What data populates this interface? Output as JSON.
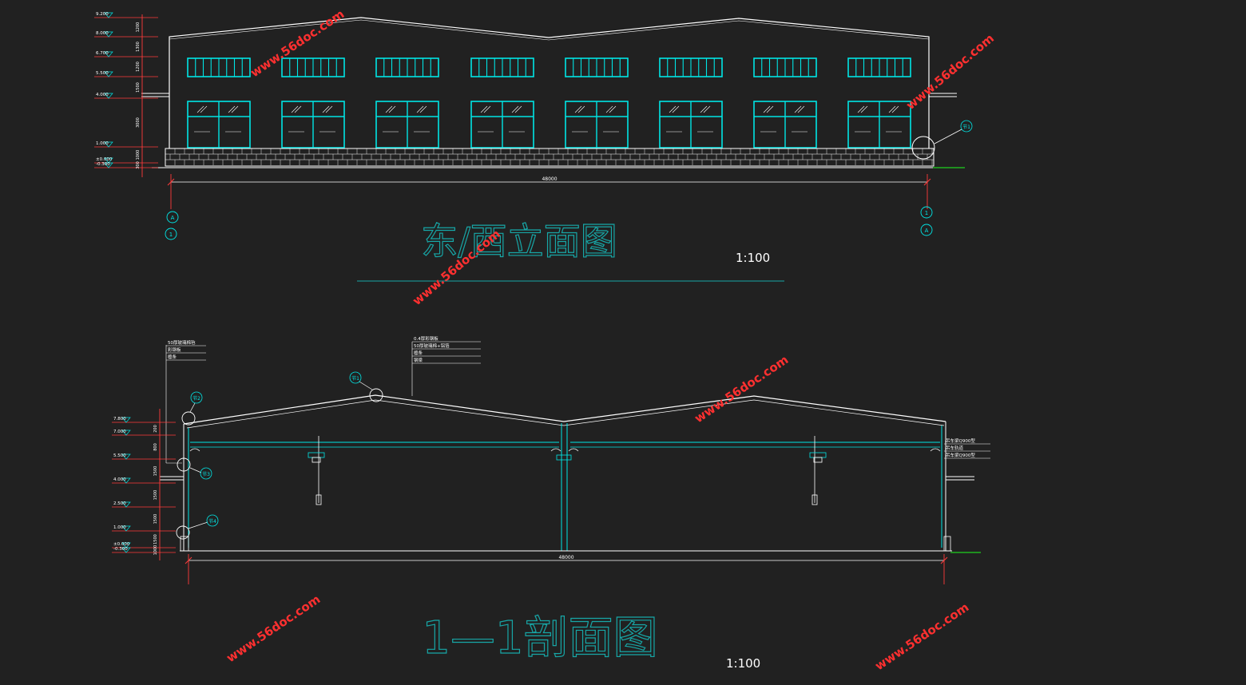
{
  "elevation": {
    "title": "东/西立面图",
    "scale": "1:100",
    "overall_dim": "48000",
    "grid_left": [
      "A",
      "1"
    ],
    "grid_right": [
      "1",
      "A"
    ],
    "levels": [
      "9.200",
      "8.000",
      "6.700",
      "5.500",
      "4.000",
      "1.000",
      "±0.000",
      "-0.300"
    ],
    "level_dims": [
      "1200",
      "1300",
      "1200",
      "1500",
      "3000",
      "1000",
      "300"
    ],
    "detail_tag": "节1"
  },
  "section": {
    "title": "1—1剖面图",
    "scale": "1:100",
    "overall_dim": "48000",
    "levels": [
      "7.800",
      "7.000",
      "5.500",
      "4.000",
      "2.500",
      "1.000",
      "±0.000",
      "-0.300"
    ],
    "level_dims": [
      "200",
      "800",
      "1500",
      "1500",
      "1500",
      "1500",
      "1000",
      "300"
    ],
    "notes_left": [
      "50厚玻璃棉毡",
      "彩钢板",
      "檩条"
    ],
    "notes_right": [
      "0.4厚彩钢板",
      "50厚玻璃棉+铝箔",
      "檩条",
      "钢梁"
    ],
    "notes_far_right": [
      "吊车梁Q900型",
      "吊车轨道",
      "吊车梁Q900型"
    ],
    "detail_tags": [
      "节1",
      "节2",
      "节3",
      "节4"
    ]
  },
  "watermark": "www.56doc.com",
  "colors": {
    "background": "#212121",
    "line": "#ffffff",
    "accent": "#00e5e5",
    "dim_red": "#ff3b3b",
    "ground_green": "#1fd11f",
    "watermark": "#ff3030"
  }
}
